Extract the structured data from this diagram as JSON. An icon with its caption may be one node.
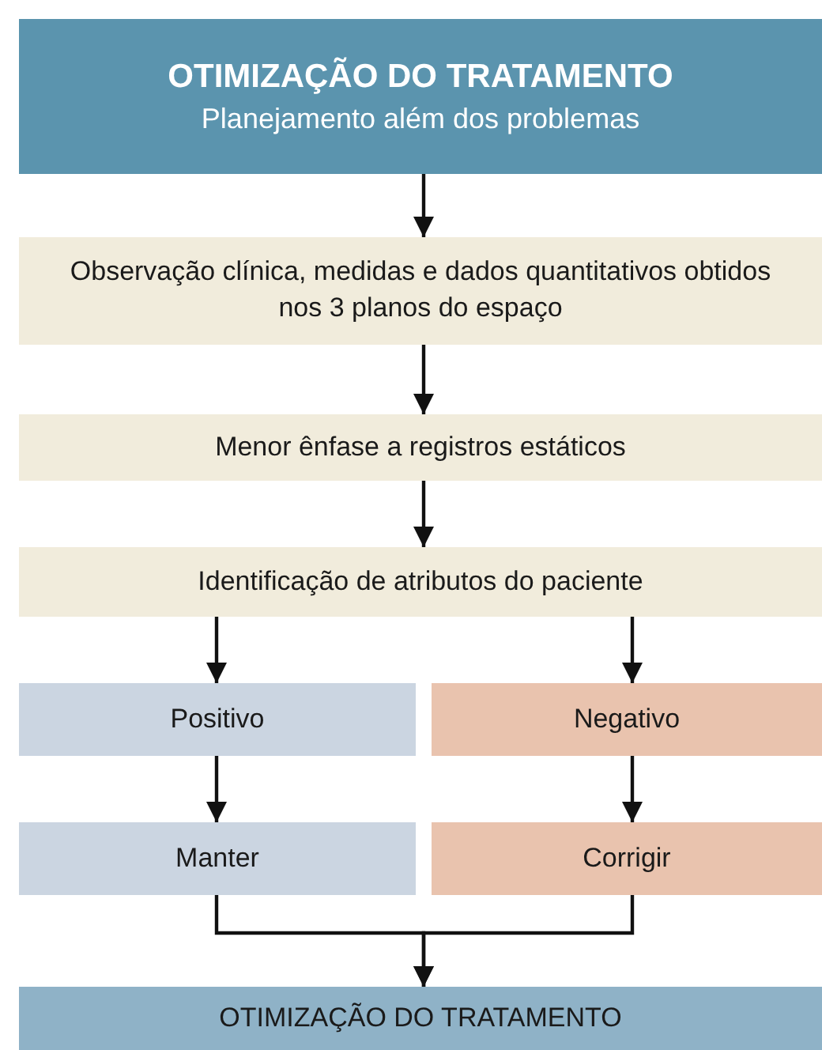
{
  "diagram": {
    "nodes": [
      {
        "text": [
          "OTIMIZAÇÃO DO TRATAMENTO",
          "Planejamento além dos problemas"
        ]
      },
      {
        "text": [
          "Observação clínica, medidas e dados quantitativos obtidos nos 3 planos do espaço"
        ]
      },
      {
        "text": [
          "Menor ênfase a registros estáticos"
        ]
      },
      {
        "text": [
          "Identificação de atributos do paciente"
        ]
      },
      {
        "text": [
          "Positivo"
        ]
      },
      {
        "text": [
          "Negativo"
        ]
      },
      {
        "text": [
          "Manter"
        ]
      },
      {
        "text": [
          "Corrigir"
        ]
      },
      {
        "text": [
          "OTIMIZAÇÃO DO TRATAMENTO"
        ]
      }
    ],
    "edges": [
      {
        "from": 0,
        "to": 1,
        "arrow": "to"
      },
      {
        "from": 1,
        "to": 2,
        "arrow": "to"
      },
      {
        "from": 2,
        "to": 3,
        "arrow": "to"
      },
      {
        "from": 3,
        "to": 4,
        "arrow": "to"
      },
      {
        "from": 3,
        "to": 5,
        "arrow": "to"
      },
      {
        "from": 4,
        "to": 6,
        "arrow": "to"
      },
      {
        "from": 5,
        "to": 7,
        "arrow": "to"
      },
      {
        "from": 6,
        "to": 8,
        "arrow": "to"
      },
      {
        "from": 7,
        "to": 8,
        "arrow": "to"
      }
    ]
  }
}
